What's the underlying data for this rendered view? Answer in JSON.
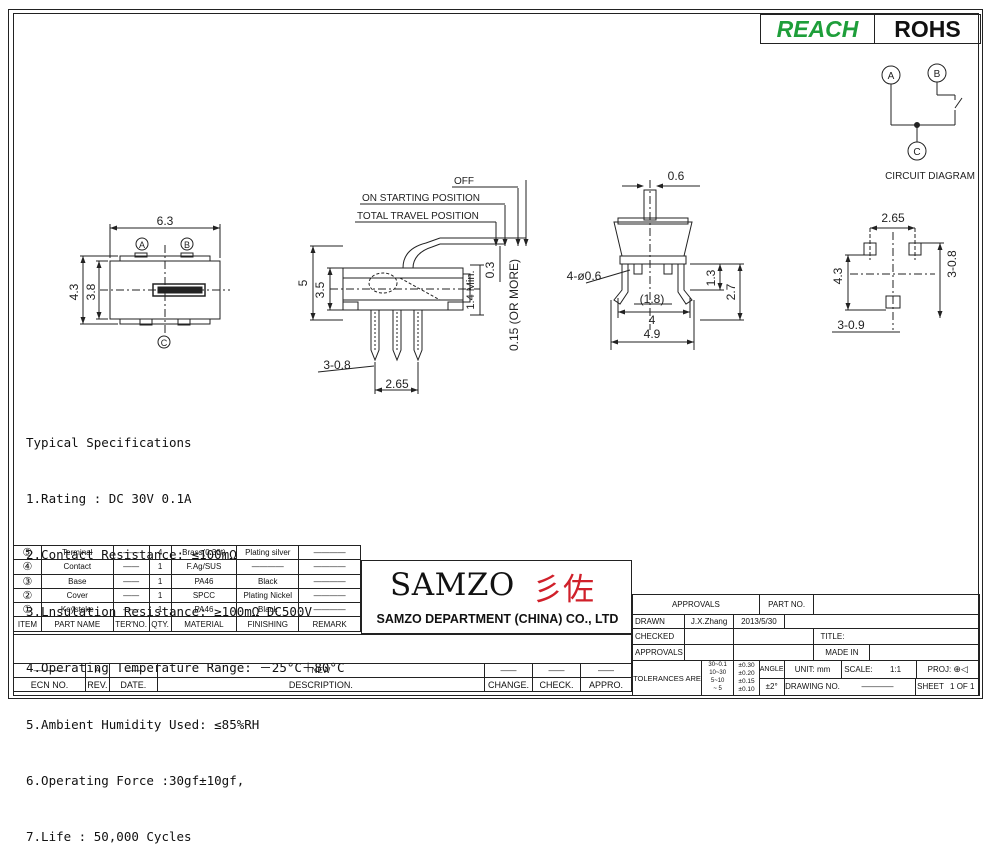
{
  "badges": {
    "reach": "REACH",
    "rohs": "ROHS",
    "reach_color": "#1e9e3a"
  },
  "circuit": {
    "a": "A",
    "b": "B",
    "c": "C",
    "caption": "CIRCUIT DIAGRAM"
  },
  "front_view": {
    "width": "6.3",
    "height_outer": "4.3",
    "height_inner": "3.8",
    "pin_a": "A",
    "pin_b": "B",
    "pin_c": "C"
  },
  "side_view": {
    "off": "OFF",
    "on_starting": "ON STARTING POSITION",
    "total_travel": "TOTAL TRAVEL POSITION",
    "h5": "5",
    "h35": "3.5",
    "v03": "0.3",
    "v015": "0.15 (OR MORE)",
    "min14": "1.4 Min.",
    "pin_count": "3-0.8",
    "pitch": "2.65"
  },
  "end_view": {
    "top": "0.6",
    "holes": "4-ø0.6",
    "mid": "(1.8)",
    "h13": "1.3",
    "h27": "2.7",
    "w4": "4",
    "w49": "4.9"
  },
  "footprint": {
    "w265": "2.65",
    "h43": "4.3",
    "holes": "3-0.8",
    "pad": "3-0.9"
  },
  "specs": {
    "title": "Typical Specifications",
    "lines": [
      "1.Rating : DC 30V 0.1A",
      "2.Contact Resistance: ≤100mΩ",
      "3.Lnsulation Resistance: ≥100mΩ DC500V",
      "4.Operating Temperature Range: －25°C＋80°C",
      "5.Ambient Humidity Used: ≤85%RH",
      "6.Operating Force :30gf±10gf,",
      "7.Life : 50,000 Cycles"
    ]
  },
  "bom": {
    "rows": [
      {
        "item": "⑤",
        "part": "Terminal",
        "ter": "——",
        "qty": "4",
        "material": "Brass(0.30t)",
        "finishing": "Plating silver",
        "remark": "————"
      },
      {
        "item": "④",
        "part": "Contact",
        "ter": "——",
        "qty": "1",
        "material": "F.Ag/SUS",
        "finishing": "————",
        "remark": "————"
      },
      {
        "item": "③",
        "part": "Base",
        "ter": "——",
        "qty": "1",
        "material": "PA46",
        "finishing": "Black",
        "remark": "————"
      },
      {
        "item": "②",
        "part": "Cover",
        "ter": "——",
        "qty": "1",
        "material": "SPCC",
        "finishing": "Plating Nickel",
        "remark": "————"
      },
      {
        "item": "①",
        "part": "Keystoke",
        "ter": "——",
        "qty": "1",
        "material": "PA46",
        "finishing": "Black",
        "remark": "————"
      }
    ],
    "headers": {
      "item": "ITEM",
      "part": "PART NAME",
      "ter": "TER'NO.",
      "qty": "QTY.",
      "material": "MATERIAL",
      "finishing": "FINISHING",
      "remark": "REMARK"
    }
  },
  "company": {
    "logo_latin": "SAMZO",
    "logo_cjk": "彡佐",
    "logo_cjk_color": "#d0202a",
    "name": "SAMZO DEPARTMENT (CHINA) CO., LTD"
  },
  "revision": {
    "ecn": "————",
    "rev": "A",
    "date": "——",
    "desc": "NEW",
    "change": "——",
    "check": "——",
    "appro": "——",
    "h_ecn": "ECN NO.",
    "h_rev": "REV.",
    "h_date": "DATE.",
    "h_desc": "DESCRIPTION.",
    "h_change": "CHANGE.",
    "h_check": "CHECK.",
    "h_appro": "APPRO."
  },
  "title_block": {
    "approvals": "APPROVALS",
    "part_no": "PART NO.",
    "drawn": "DRAWN",
    "drawn_by": "J.X.Zhang",
    "drawn_date": "2013/5/30",
    "checked": "CHECKED",
    "title": "TITLE:",
    "approvals2": "APPROVALS",
    "made_in": "MADE IN",
    "tolerances": "TOLERANCES ARE",
    "tol_ranges": [
      "30~0.1",
      "10~30",
      "5~10",
      "~ 5"
    ],
    "tol_values": [
      "±0.30",
      "±0.20",
      "±0.15",
      "±0.10"
    ],
    "angle": "ANGLE",
    "angle_val": "±2°",
    "unit": "UNIT: mm",
    "scale": "SCALE:",
    "scale_val": "1:1",
    "proj": "PROJ:",
    "drawing_no": "DRAWING NO.",
    "drawing_no_val": "————",
    "sheet": "SHEET",
    "sheet_val": "1 OF 1"
  }
}
